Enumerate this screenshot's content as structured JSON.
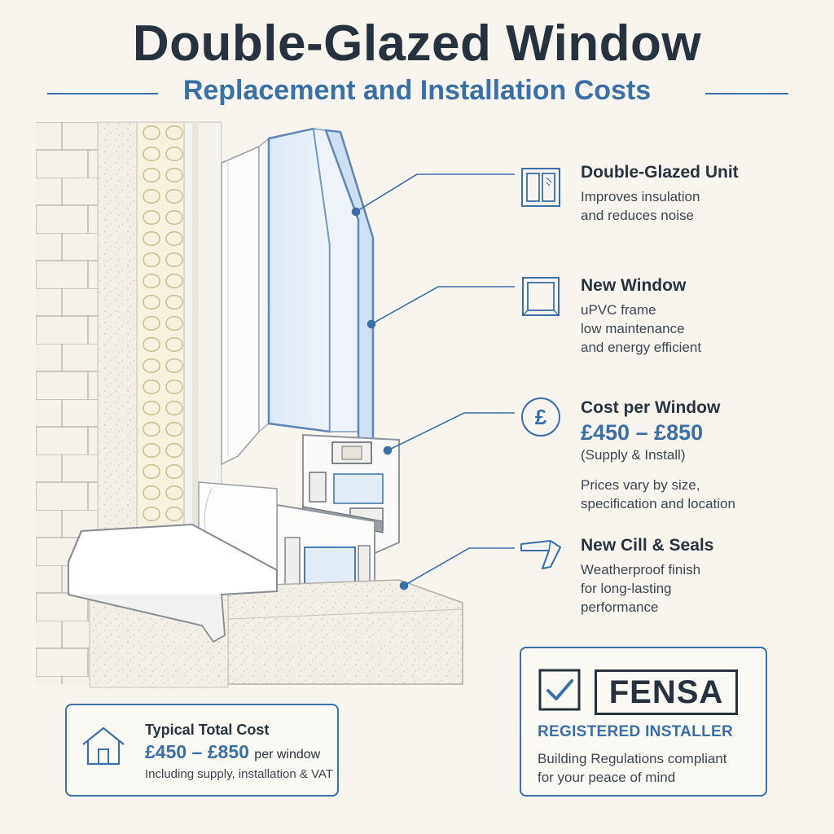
{
  "header": {
    "title": "Double-Glazed Window",
    "subtitle": "Replacement and Installation Costs"
  },
  "callouts": [
    {
      "icon": "window-pane-icon",
      "heading": "Double-Glazed Unit",
      "lines": [
        "Improves insulation",
        "and reduces noise"
      ]
    },
    {
      "icon": "window-frame-icon",
      "heading": "New Window",
      "lines": [
        "uPVC frame",
        "low maintenance",
        "and energy efficient"
      ]
    },
    {
      "icon": "pound-sign-icon",
      "heading": "Cost per Window",
      "price": "£450 – £850",
      "price_note": "(Supply & Install)",
      "lines": [
        "Prices vary by size,",
        "specification and location"
      ]
    },
    {
      "icon": "cill-icon",
      "heading": "New Cill & Seals",
      "lines": [
        "Weatherproof finish",
        "for long-lasting",
        "performance"
      ]
    }
  ],
  "total_cost": {
    "icon": "house-icon",
    "heading": "Typical Total Cost",
    "price": "£450 – £850",
    "price_suffix": "per window",
    "note": "Including supply, installation & VAT"
  },
  "fensa": {
    "icon": "checkbox-tick-icon",
    "logo_text": "FENSA",
    "registered": "REGISTERED INSTALLER",
    "lines": [
      "Building Regulations compliant",
      "for your peace of mind"
    ]
  },
  "colors": {
    "accent": "#3a6fa8",
    "dark": "#26323e",
    "background": "#f8f5ee",
    "glass": "#cfe0f2"
  }
}
